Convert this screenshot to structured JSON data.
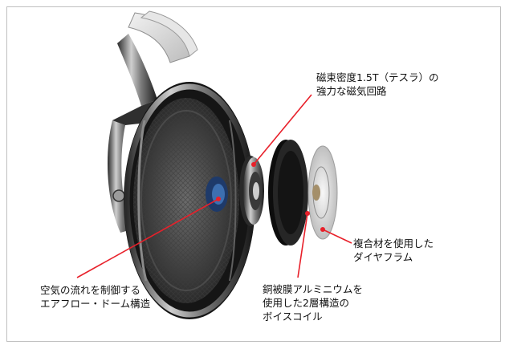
{
  "labels": {
    "magnet": {
      "line1": "磁束密度1.5T（テスラ）の",
      "line2": "強力な磁気回路"
    },
    "diaphragm": {
      "line1": "複合材を使用した",
      "line2": "ダイヤフラム"
    },
    "airflow": {
      "line1": "空気の流れを制御する",
      "line2": "エアフロー・ドーム構造"
    },
    "voice_coil": {
      "line1": "銅被膜アルミニウムを",
      "line2": "使用した2層構造の",
      "line3": "ボイスコイル"
    }
  },
  "colors": {
    "callout": "#e8202a",
    "text": "#111111",
    "border": "#bfbfbf"
  }
}
